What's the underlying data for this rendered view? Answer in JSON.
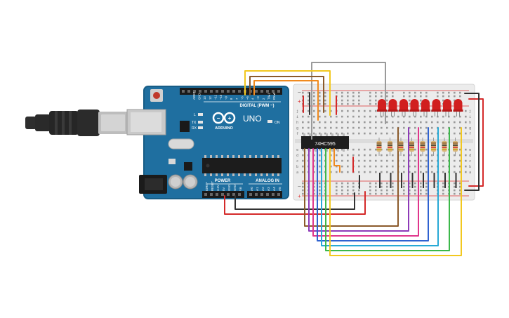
{
  "arduino": {
    "logo_text": "ARDUINO",
    "model": "UNO",
    "digital_label": "DIGITAL (PWM ~)",
    "power_label": "POWER",
    "analog_label": "ANALOG IN",
    "on_label": "ON",
    "led_labels": [
      "L",
      "TX",
      "RX"
    ],
    "digital_pins": [
      "AREF",
      "GND",
      "13",
      "12",
      "~11",
      "~10",
      "~9",
      "8",
      "7",
      "~6",
      "~5",
      "4",
      "~3",
      "2",
      "TX▸1",
      "RX◂0"
    ],
    "power_pins": [
      "IOREF",
      "RESET",
      "3.3V",
      "5V",
      "GND",
      "GND",
      "Vin"
    ],
    "analog_pins": [
      "A0",
      "A1",
      "A2",
      "A3",
      "A4",
      "A5"
    ]
  },
  "chip": {
    "label": "74HC595"
  },
  "breadboard": {
    "row_letters_top": [
      "j",
      "i",
      "h",
      "g",
      "f"
    ],
    "row_letters_bottom": [
      "e",
      "d",
      "c",
      "b",
      "a"
    ],
    "rail_minus": "−",
    "rail_plus": "+"
  },
  "colors": {
    "board": "#1f6fa0",
    "board_edge": "#185d86",
    "breadboard": "#ececec",
    "led": "#d11f1f",
    "wire_red": "#d42a2a",
    "wire_black": "#333333",
    "wire_gray": "#9a9a9a",
    "wire_yellow": "#f2c81f",
    "wire_orange": "#f08a1e",
    "wire_brown": "#8b5a2b",
    "wire_purple": "#8e3ab8",
    "wire_pink": "#e0368c",
    "wire_blue": "#2f62d0",
    "wire_cyan": "#27a9d6",
    "wire_green": "#3cb84a"
  },
  "components": {
    "leds": 8,
    "resistors": 8
  }
}
